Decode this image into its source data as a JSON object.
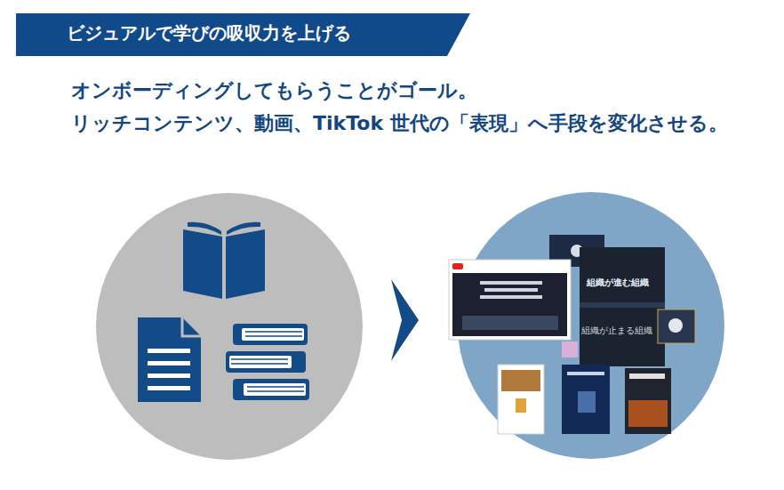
{
  "diagram": {
    "title": "ビジュアルで学びの吸収力を上げる",
    "labels": [
      "オンボーディングしてもらうことがゴール。",
      "リッチコンテンツ、動画、TikTok 世代の「表現」へ手段を変化させる。",
      "組織が進む組織",
      "組織が止まる組織"
    ]
  }
}
